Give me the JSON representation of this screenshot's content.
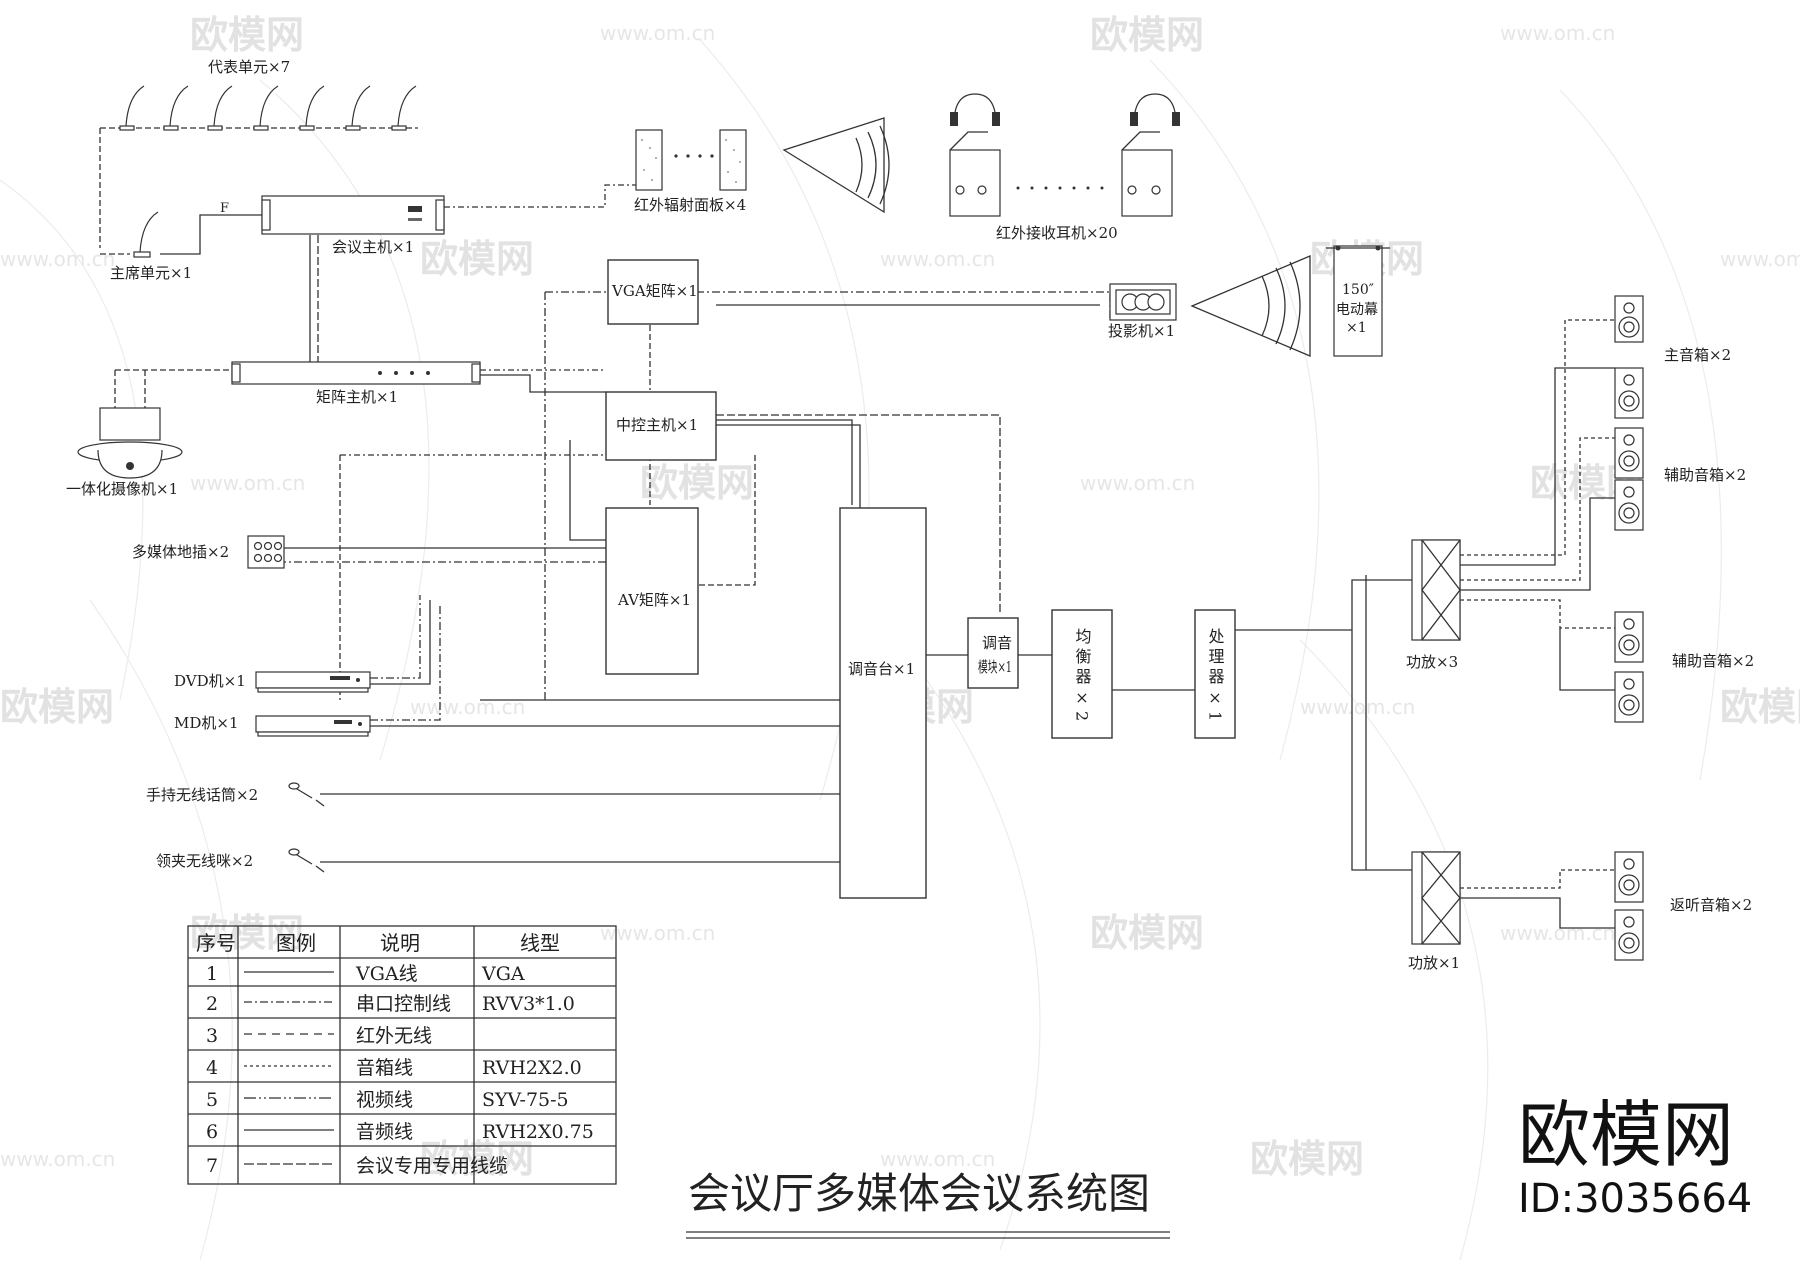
{
  "title": "会议厅多媒体会议系统图",
  "brand": {
    "logo_text": "欧模网",
    "id_text": "ID:3035664",
    "watermark_text": "欧模网",
    "watermark_url": "www.om.cn"
  },
  "labels": {
    "delegate": "代表单元×7",
    "chair": "主席单元×1",
    "conf_host": "会议主机×1",
    "f_mark": "F",
    "ir_panel": "红外辐射面板×4",
    "ir_receiver": "红外接收耳机×20",
    "vga_matrix": "VGA矩阵×1",
    "projector": "投影机×1",
    "screen_size": "150″",
    "screen_name": "电动幕",
    "screen_qty": "×1",
    "matrix_host": "矩阵主机×1",
    "camera": "一体化摄像机×1",
    "central": "中控主机×1",
    "floor_box": "多媒体地插×2",
    "av_matrix": "AV矩阵×1",
    "mixer": "调音台×1",
    "tuning": "调音模块×1",
    "eq": "均衡器×2",
    "processor": "处理器×1",
    "amp3": "功放×3",
    "amp1": "功放×1",
    "main_spk": "主音箱×2",
    "aux_spk_a": "辅助音箱×2",
    "aux_spk_b": "辅助音箱×2",
    "monitor_spk": "返听音箱×2",
    "dvd": "DVD机×1",
    "md": "MD机×1",
    "handheld": "手持无线话筒×2",
    "lapel": "领夹无线咪×2"
  },
  "legend": {
    "headers": [
      "序号",
      "图例",
      "说明",
      "线型"
    ],
    "rows": [
      {
        "no": "1",
        "desc": "VGA线",
        "type": "VGA"
      },
      {
        "no": "2",
        "desc": "串口控制线",
        "type": "RVV3*1.0"
      },
      {
        "no": "3",
        "desc": "红外无线",
        "type": ""
      },
      {
        "no": "4",
        "desc": "音箱线",
        "type": "RVH2X2.0"
      },
      {
        "no": "5",
        "desc": "视频线",
        "type": "SYV-75-5"
      },
      {
        "no": "6",
        "desc": "音频线",
        "type": "RVH2X0.75"
      },
      {
        "no": "7",
        "desc": "会议专用专用线缆",
        "type": ""
      }
    ]
  },
  "colors": {
    "line": "#333333",
    "watermark": "#e2e2e2",
    "background": "#ffffff"
  }
}
